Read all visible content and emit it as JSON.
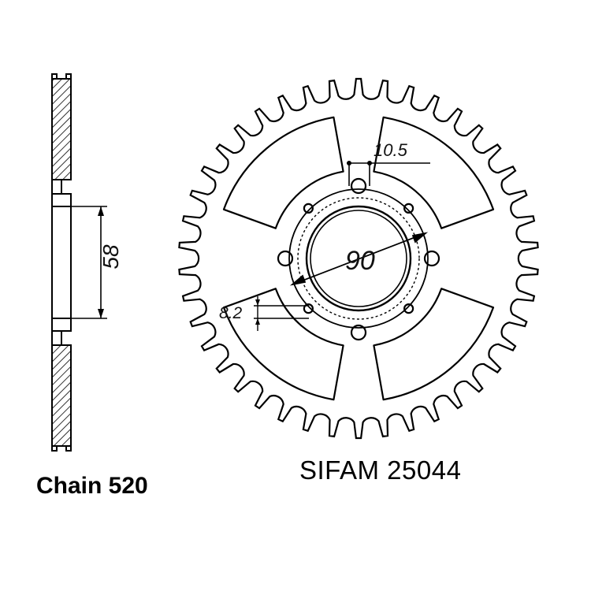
{
  "side_view": {
    "dimension_label": "58"
  },
  "sprocket": {
    "tooth_count": 42,
    "dimensions": {
      "hole_spacing": "10.5",
      "bore_diameter": "90",
      "hole_diameter": "8.2"
    }
  },
  "labels": {
    "chain": "Chain 520",
    "part": "SIFAM 25044"
  }
}
